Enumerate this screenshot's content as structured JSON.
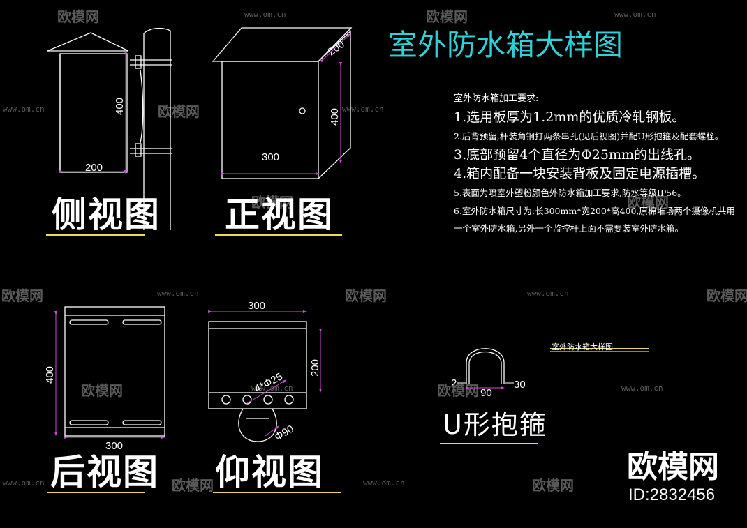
{
  "title": "室外防水箱大样图",
  "watermark": {
    "logo_text": "欧模网",
    "url": "www.om.cn"
  },
  "views": {
    "side": {
      "label": "侧视图",
      "height_dim": "400",
      "width_dim": "200"
    },
    "front": {
      "label": "正视图",
      "depth_dim": "200",
      "height_dim": "400",
      "width_dim": "300"
    },
    "back": {
      "label": "后视图",
      "height_dim": "400",
      "width_dim": "300"
    },
    "bottom": {
      "label": "仰视图",
      "width_dim": "300",
      "depth_dim": "200",
      "holes_dim": "4*Φ25",
      "pipe_dim": "Φ90"
    },
    "u_clamp": {
      "label": "U形抱箍",
      "left_dim": "2",
      "right_dim": "30",
      "width_dim": "90"
    }
  },
  "notes": {
    "heading": "室外防水箱加工要求:",
    "items": [
      "1.选用板厚为1.2mm的优质冷轧钢板。",
      "2.后背预留,杆装角钢打两条串孔(见后视图)并配U形抱箍及配套螺栓。",
      "3.底部预留4个直径为Φ25mm的出线孔。",
      "4.箱内配备一块安装背板及固定电源插槽。",
      "5.表面为喷室外塑粉颜色外防水箱加工要求,防水等级IP56。",
      "6.室外防水箱尺寸为:长300mm*宽200*高400,原棉堆场两个摄像机共用一个室外防水箱,另外一个监控杆上面不需要装室外防水箱。"
    ]
  },
  "small_title": "室外防水箱大样图",
  "brand": {
    "name": "欧模网",
    "id": "ID:2832456"
  },
  "colors": {
    "title": "#2fd0d8",
    "dimension": "#d24bd8",
    "underline": "#ecd85a",
    "outline": "#ffffff",
    "watermark": "#5a5a5a"
  }
}
